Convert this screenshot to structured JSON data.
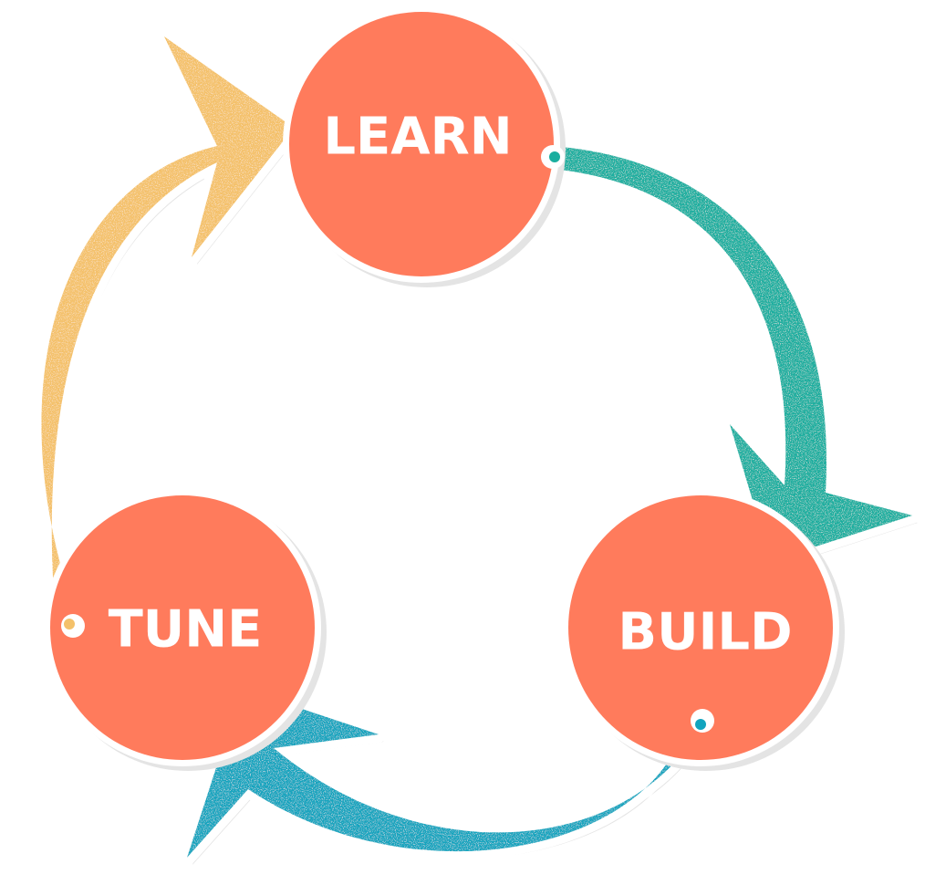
{
  "cycle": {
    "nodes": [
      {
        "id": "learn",
        "label": "LEARN",
        "color": "#FF7B5C"
      },
      {
        "id": "build",
        "label": "BUILD",
        "color": "#FF7B5C"
      },
      {
        "id": "tune",
        "label": "TUNE",
        "color": "#FF7B5C"
      }
    ],
    "arrows": [
      {
        "from": "learn",
        "to": "build",
        "color": "#1AAE9F",
        "icon": "curved-arrow-icon"
      },
      {
        "from": "build",
        "to": "tune",
        "color": "#12A4BE",
        "icon": "curved-arrow-icon"
      },
      {
        "from": "tune",
        "to": "learn",
        "color": "#F4C16A",
        "icon": "curved-arrow-icon"
      }
    ],
    "outline_color": "#FFFFFF",
    "shadow_color": "#E4E4E4"
  }
}
